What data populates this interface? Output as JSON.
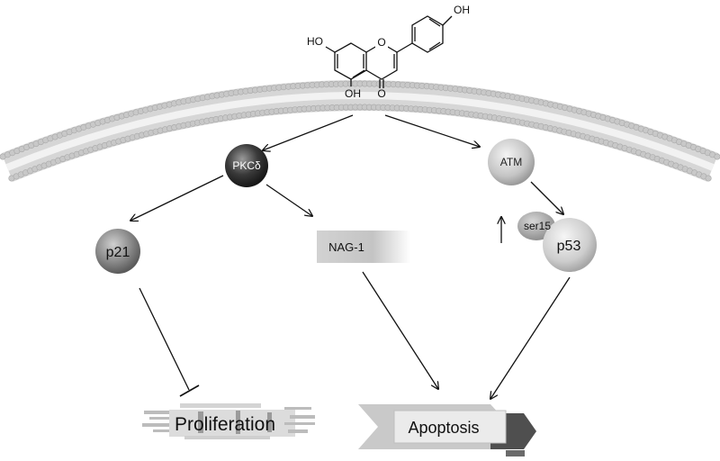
{
  "molecule": {
    "oh_left": "HO",
    "oh_top_right": "OH",
    "oh_bottom": "OH",
    "ring_o": "O",
    "carbonyl_o": "O"
  },
  "nodes": {
    "pkc": "PKCδ",
    "atm": "ATM",
    "p21": "p21",
    "nag1": "NAG-1",
    "ser15": "ser15",
    "p53": "p53"
  },
  "outcomes": {
    "proliferation": "Proliferation",
    "apoptosis": "Apoptosis"
  },
  "up_arrow_glyph": "↑"
}
